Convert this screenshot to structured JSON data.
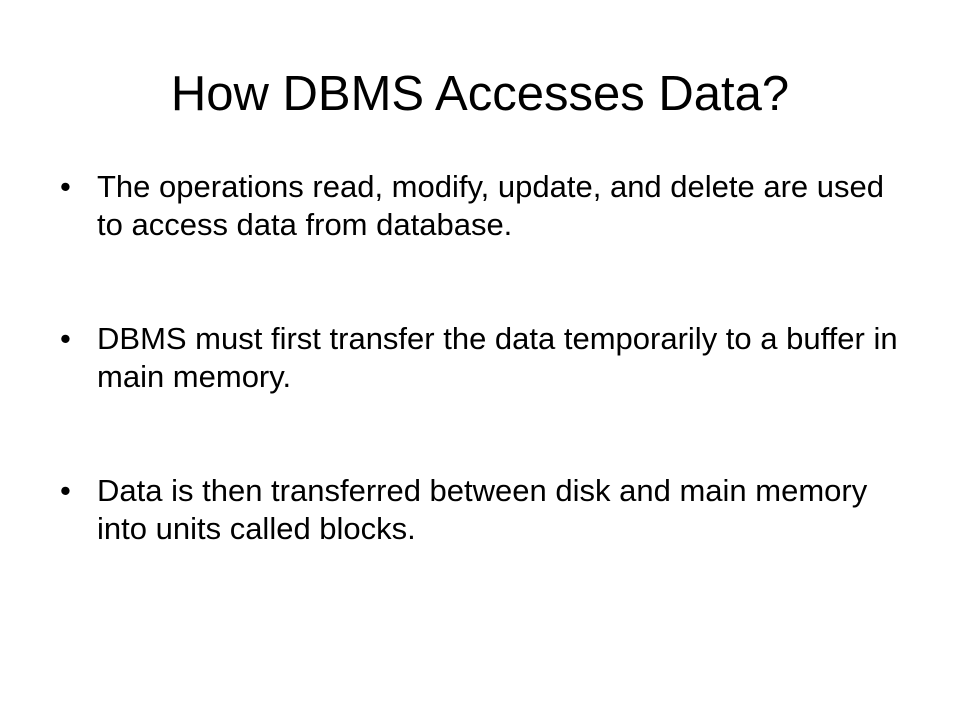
{
  "slide": {
    "title": "How DBMS Accesses Data?",
    "bullet_symbol": "•",
    "bullets": [
      {
        "text": "The operations read, modify, update, and delete are used to access data from database."
      },
      {
        "text": "DBMS must first transfer the data temporarily to a buffer in main memory."
      },
      {
        "text": "Data is then transferred between disk and main memory into units called blocks."
      }
    ]
  }
}
